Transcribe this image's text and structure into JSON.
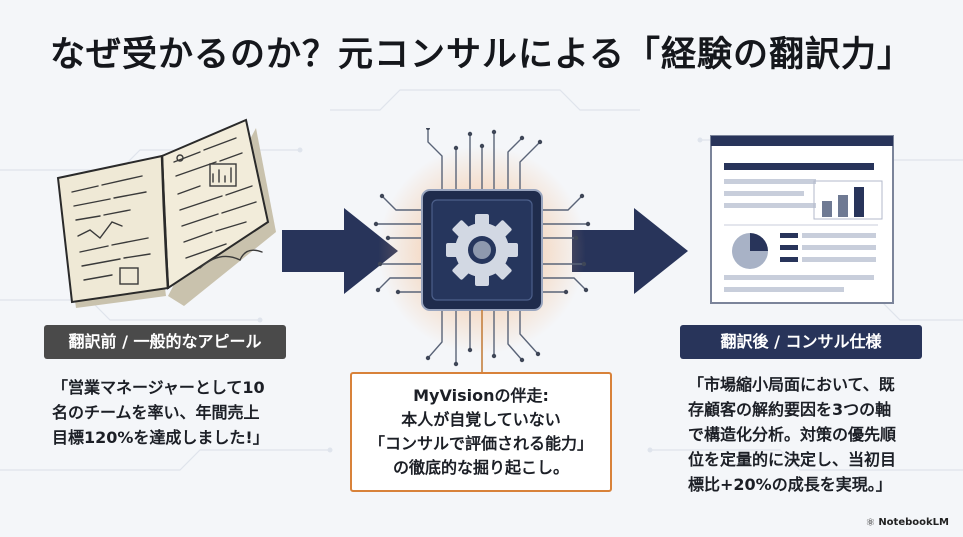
{
  "title": "なぜ受かるのか？元コンサルによる「経験の翻訳力」",
  "before": {
    "label": "翻訳前 / 一般的なアピール",
    "quote_lines": [
      "「営業マネージャーとして10",
      "名のチームを率い、年間売上",
      "目標120%を達成しました!」"
    ]
  },
  "center": {
    "lines": [
      "MyVisionの伴走:",
      "本人が自覚していない",
      "「コンサルで評価される能力」",
      "の徹底的な掘り起こし。"
    ]
  },
  "after": {
    "label": "翻訳後 / コンサル仕様",
    "quote_lines": [
      "「市場縮小局面において、既",
      "存顧客の解約要因を3つの軸",
      "で構造化分析。対策の優先順",
      "位を定量的に決定し、当初目",
      "標比+20%の成長を実現。」"
    ]
  },
  "brand": {
    "name": "NotebookLM",
    "icon": "notebook-icon"
  },
  "colors": {
    "navy": "#28345a",
    "accent_orange": "#d8823a",
    "dark_gray": "#4a4a4a",
    "background": "#f4f6f9"
  }
}
